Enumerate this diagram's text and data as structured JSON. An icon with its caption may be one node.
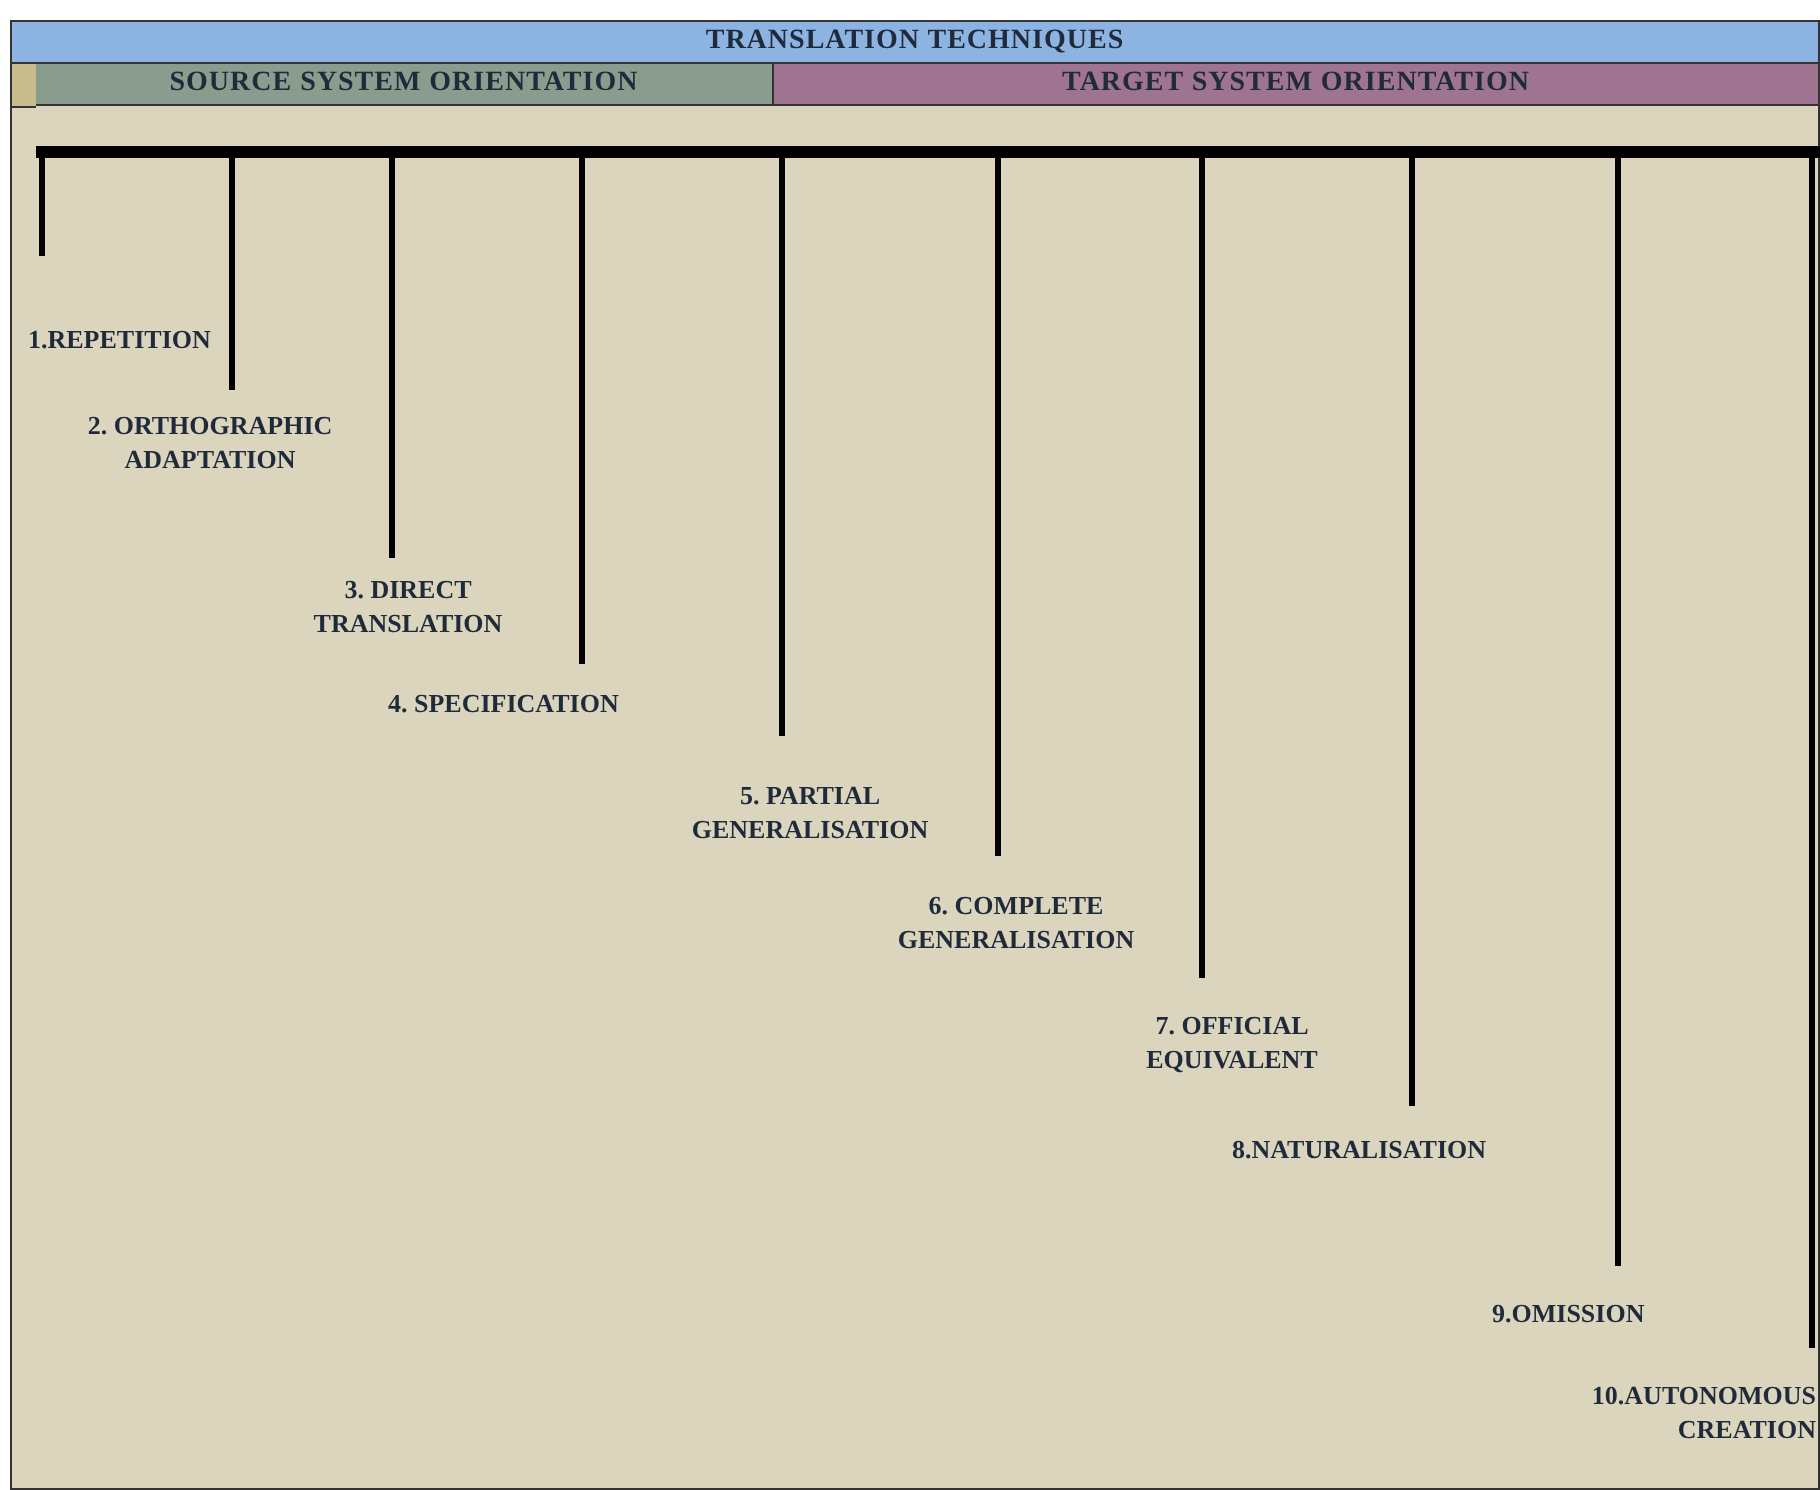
{
  "diagram": {
    "title": "TRANSLATION TECHNIQUES",
    "nodes": [
      {
        "text": [
          "SOURCE SYSTEM ORIENTATION"
        ]
      },
      {
        "text": [
          "TARGET SYSTEM ORIENTATION"
        ]
      },
      {
        "text": [],
        "shape": "bar"
      },
      {
        "text": [
          "1.REPETITION"
        ]
      },
      {
        "text": [
          "2. ORTHOGRAPHIC ADAPTATION"
        ]
      },
      {
        "text": [
          "3. DIRECT TRANSLATION"
        ]
      },
      {
        "text": [
          "4. SPECIFICATION"
        ]
      },
      {
        "text": [
          "5. PARTIAL GENERALISATION"
        ]
      },
      {
        "text": [
          "6. COMPLETE GENERALISATION"
        ]
      },
      {
        "text": [
          "7. OFFICIAL EQUIVALENT"
        ]
      },
      {
        "text": [
          "8.NATURALISATION"
        ]
      },
      {
        "text": [
          "9.OMISSION"
        ]
      },
      {
        "text": [
          "10.AUTONOMOUS CREATION"
        ]
      }
    ],
    "edges": [
      {
        "from": 2,
        "to": 3,
        "arrow": "none"
      },
      {
        "from": 2,
        "to": 4,
        "arrow": "none"
      },
      {
        "from": 2,
        "to": 5,
        "arrow": "none"
      },
      {
        "from": 2,
        "to": 6,
        "arrow": "none"
      },
      {
        "from": 2,
        "to": 7,
        "arrow": "none"
      },
      {
        "from": 2,
        "to": 8,
        "arrow": "none"
      },
      {
        "from": 2,
        "to": 9,
        "arrow": "none"
      },
      {
        "from": 2,
        "to": 10,
        "arrow": "none"
      },
      {
        "from": 2,
        "to": 11,
        "arrow": "none"
      },
      {
        "from": 2,
        "to": 12,
        "arrow": "none"
      }
    ]
  }
}
